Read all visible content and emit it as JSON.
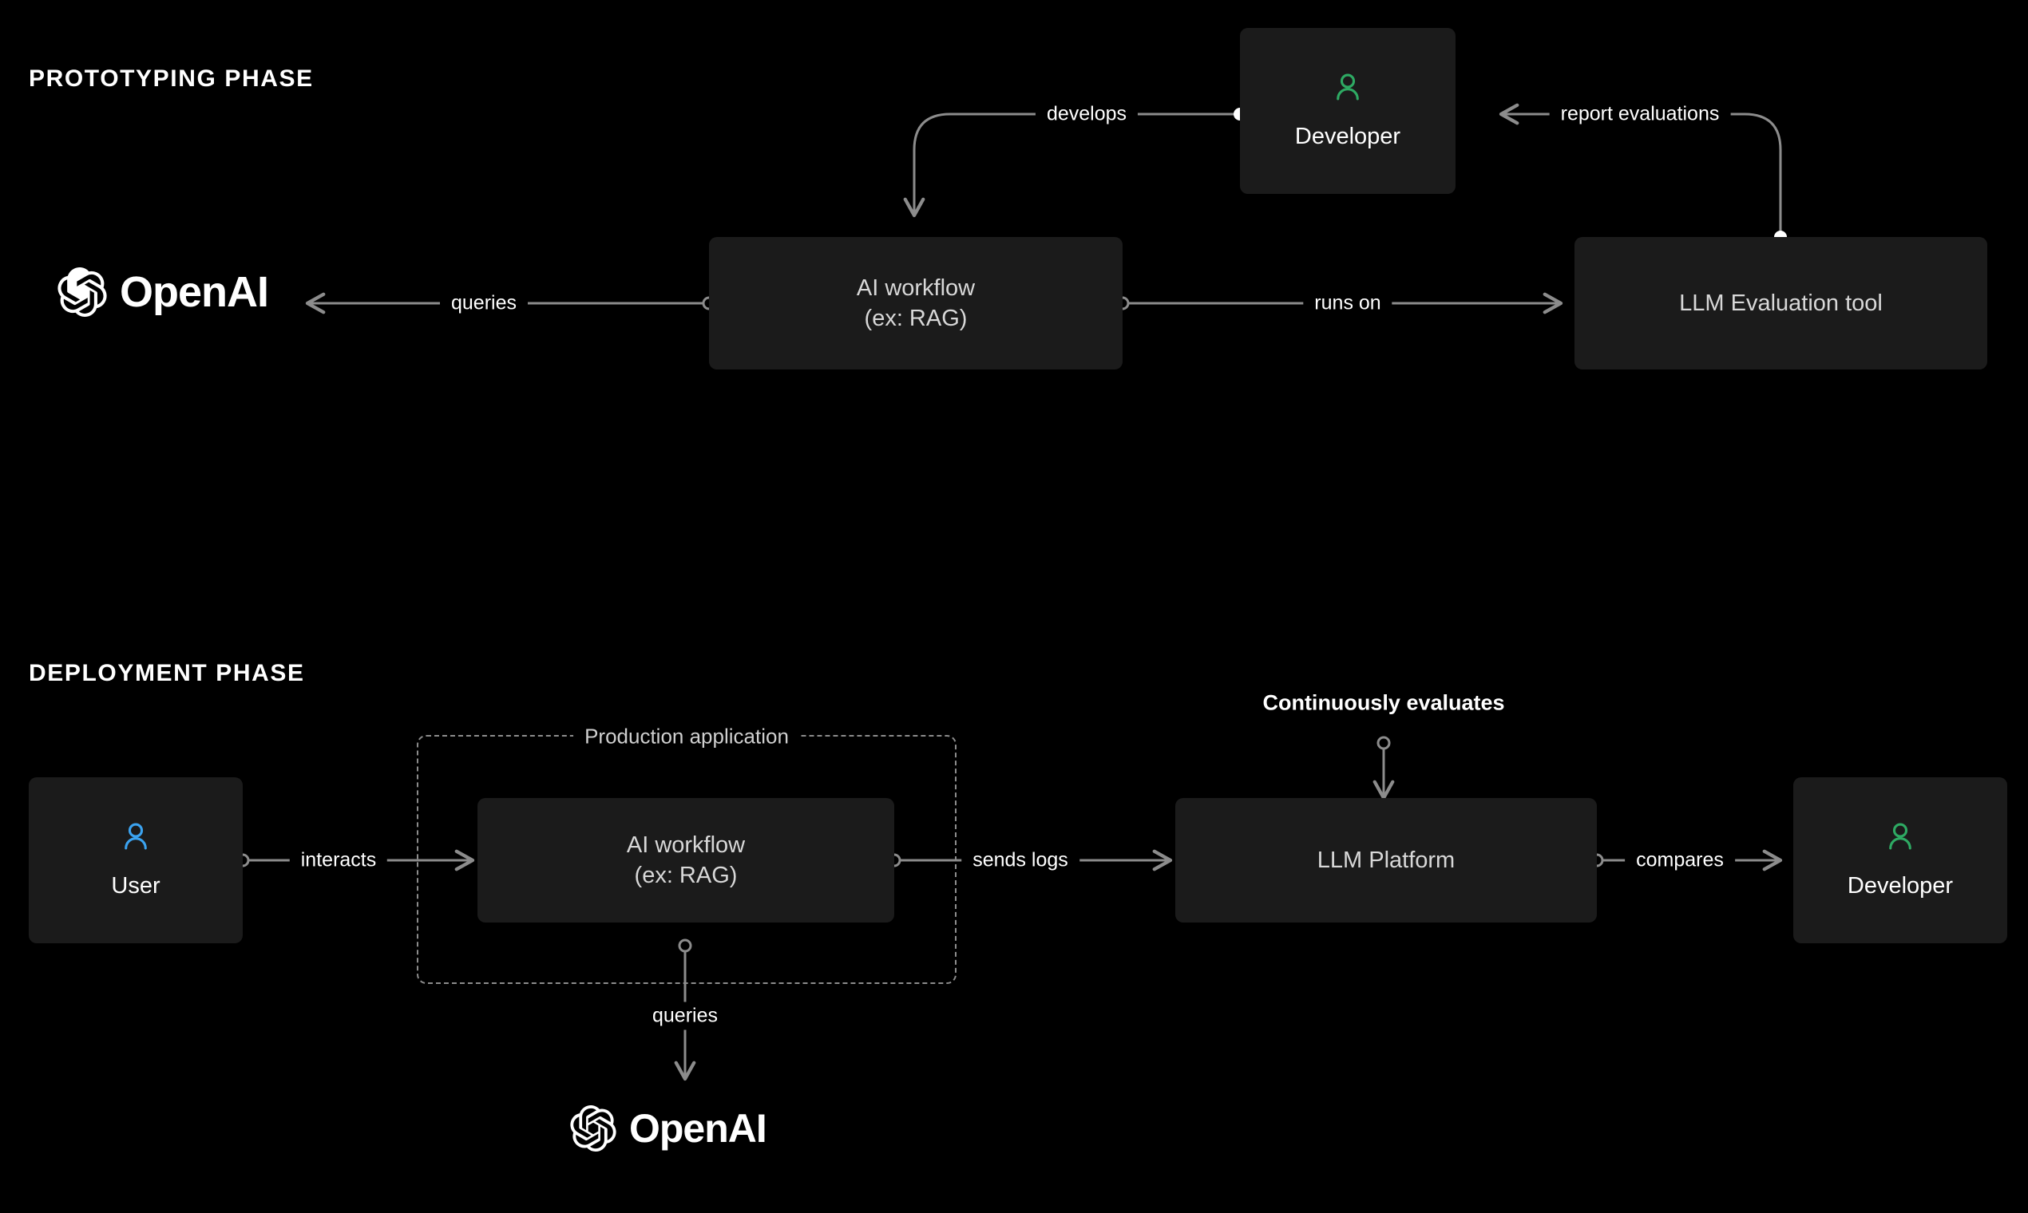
{
  "theme": {
    "background": "#000000",
    "node_fill": "#1b1b1b",
    "edge_stroke": "#8c8c8c",
    "label_text": "#ffffff",
    "node_text": "#d8d8d8",
    "developer_accent": "#2eaa63",
    "user_accent": "#3ba3f0",
    "group_stroke": "#8c8c8c"
  },
  "phases": [
    {
      "id": "prototyping",
      "title": "PROTOTYPING PHASE"
    },
    {
      "id": "deployment",
      "title": "DEPLOYMENT PHASE"
    }
  ],
  "prototyping": {
    "nodes": {
      "openai_logo": {
        "wordmark": "OpenAI",
        "icon": "openai-logo-icon"
      },
      "ai_workflow": {
        "label": "AI workflow\n(ex: RAG)"
      },
      "developer": {
        "label": "Developer",
        "icon": "person-icon",
        "accent": "#2eaa63"
      },
      "eval_tool": {
        "label": "LLM Evaluation tool"
      }
    },
    "edges": [
      {
        "id": "queries",
        "label": "queries",
        "from": "ai_workflow",
        "to": "openai_logo"
      },
      {
        "id": "runs-on",
        "label": "runs on",
        "from": "ai_workflow",
        "to": "eval_tool"
      },
      {
        "id": "develops",
        "label": "develops",
        "from": "developer",
        "to": "ai_workflow"
      },
      {
        "id": "report-evaluations",
        "label": "report evaluations",
        "from": "eval_tool",
        "to": "developer"
      }
    ]
  },
  "deployment": {
    "nodes": {
      "user": {
        "label": "User",
        "icon": "person-icon",
        "accent": "#3ba3f0"
      },
      "ai_workflow": {
        "label": "AI workflow\n(ex: RAG)"
      },
      "llm_platform": {
        "label": "LLM Platform"
      },
      "developer": {
        "label": "Developer",
        "icon": "person-icon",
        "accent": "#2eaa63"
      },
      "openai_logo": {
        "wordmark": "OpenAI",
        "icon": "openai-logo-icon"
      }
    },
    "group": {
      "title": "Production application"
    },
    "edges": [
      {
        "id": "interacts",
        "label": "interacts",
        "from": "user",
        "to": "ai_workflow"
      },
      {
        "id": "sends-logs",
        "label": "sends logs",
        "from": "ai_workflow",
        "to": "llm_platform"
      },
      {
        "id": "compares",
        "label": "compares",
        "from": "llm_platform",
        "to": "developer"
      },
      {
        "id": "queries-down",
        "label": "queries",
        "from": "ai_workflow",
        "to": "openai_logo"
      },
      {
        "id": "continuously-evaluates",
        "label": "Continuously evaluates",
        "to": "llm_platform"
      }
    ]
  }
}
